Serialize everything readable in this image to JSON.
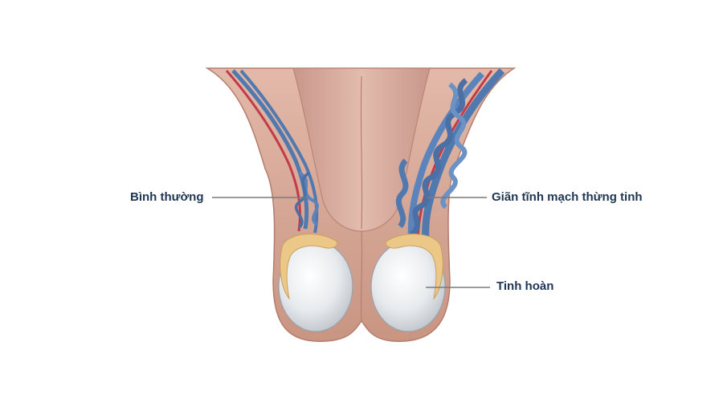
{
  "labels": {
    "normal": "Bình thường",
    "varicocele": "Giãn tĩnh mạch thừng tinh",
    "testis": "Tinh hoàn"
  },
  "colors": {
    "skin": "#d7a99a",
    "skin_dark": "#b77e6c",
    "vein": "#5079b0",
    "artery": "#c33b46",
    "epididymis": "#ecc888",
    "testis": "#e9ecef",
    "leader_line": "#7a7a7a",
    "label_text": "#1e3553"
  }
}
